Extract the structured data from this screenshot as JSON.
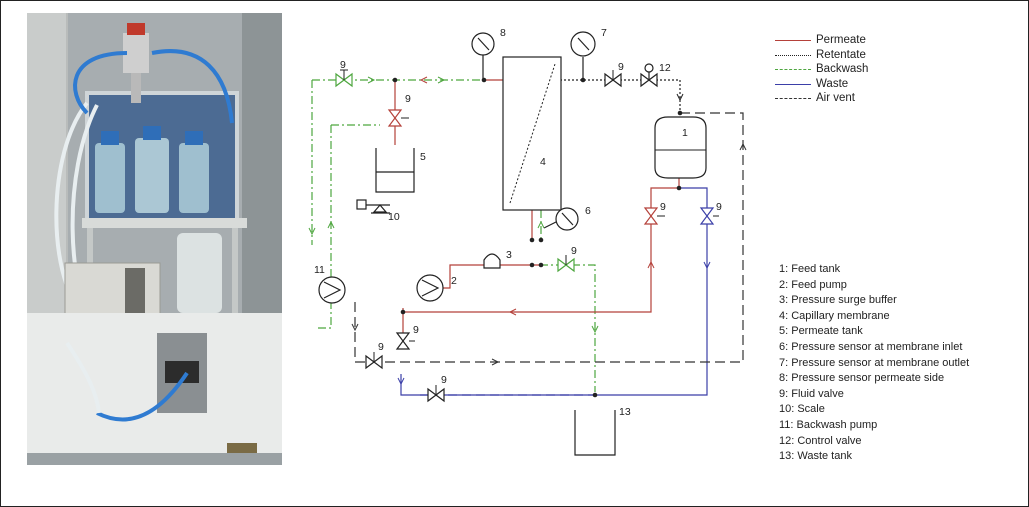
{
  "legend": [
    {
      "label": "Permeate",
      "color": "#b5413a",
      "style": "solid"
    },
    {
      "label": "Retentate",
      "color": "#222222",
      "style": "dotted"
    },
    {
      "label": "Backwash",
      "color": "#4ea63f",
      "style": "dashdot"
    },
    {
      "label": "Waste",
      "color": "#3b3fa8",
      "style": "solid"
    },
    {
      "label": "Air vent",
      "color": "#333333",
      "style": "dashed"
    }
  ],
  "key": [
    "1: Feed tank",
    "2: Feed pump",
    "3: Pressure surge buffer",
    "4: Capillary membrane",
    "5: Permeate tank",
    "6: Pressure sensor at membrane inlet",
    "7: Pressure sensor at membrane outlet",
    "8: Pressure sensor permeate side",
    "9: Fluid valve",
    "10: Scale",
    "11: Backwash pump",
    "12: Control valve",
    "13: Waste tank"
  ],
  "labels": {
    "n1": "1",
    "n2": "2",
    "n3": "3",
    "n4": "4",
    "n5": "5",
    "n6": "6",
    "n7": "7",
    "n8": "8",
    "n10": "10",
    "n11": "11",
    "n12": "12",
    "n13": "13",
    "v9a": "9",
    "v9b": "9",
    "v9c": "9",
    "v9d": "9",
    "v9e": "9",
    "v9f": "9",
    "v9g": "9",
    "v9h": "9",
    "v9i": "9"
  }
}
